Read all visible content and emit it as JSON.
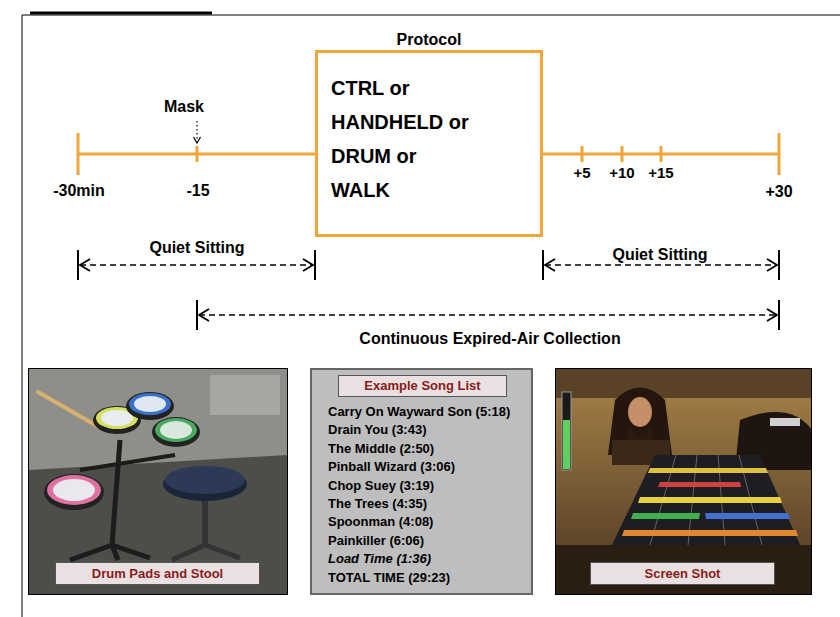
{
  "diagram": {
    "nodes": [
      {
        "text": [
          "Protocol",
          "CTRL or",
          "HANDHELD or",
          "DRUM or",
          "WALK"
        ]
      },
      {
        "text": [
          "Drum Pads and Stool"
        ]
      },
      {
        "text": [
          "Carry On Wayward Son (5:18)",
          "Drain You (3:43)",
          "The Middle (2:50)",
          "Pinball Wizard (3:06)",
          "Chop Suey (3:19)",
          "The Trees (4:35)",
          "Spoonman (4:08)",
          "Painkiller (6:06)",
          "Load Time (1:36)",
          "TOTAL TIME (29:23)"
        ]
      },
      {
        "text": [
          "Example Song List"
        ],
        "in": 2
      },
      {
        "text": [
          "Screen Shot"
        ]
      }
    ],
    "labels": [
      "Mask",
      "-30min",
      "-15",
      "+5",
      "+10",
      "+15",
      "+30",
      "Quiet Sitting",
      "Quiet Sitting",
      "Continuous Expired-Air Collection"
    ]
  }
}
